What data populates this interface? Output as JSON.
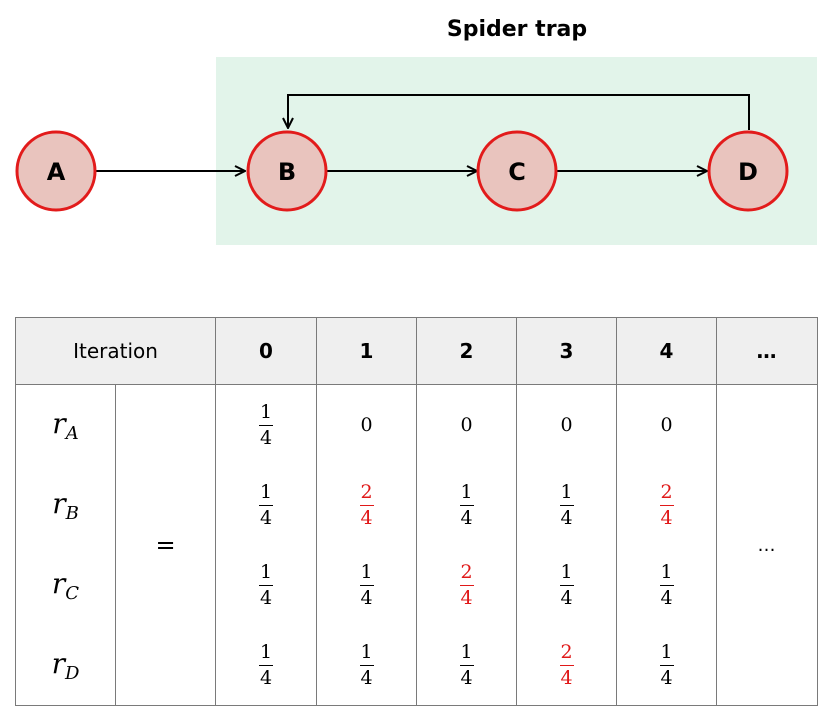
{
  "diagram": {
    "box_label": "Spider trap",
    "nodes": [
      {
        "id": "A",
        "label": "A"
      },
      {
        "id": "B",
        "label": "B"
      },
      {
        "id": "C",
        "label": "C"
      },
      {
        "id": "D",
        "label": "D"
      }
    ],
    "edges": [
      [
        "A",
        "B"
      ],
      [
        "B",
        "C"
      ],
      [
        "C",
        "D"
      ],
      [
        "D",
        "B"
      ]
    ],
    "colors": {
      "node_fill": "#e9c4be",
      "node_border": "#e21b1b",
      "trap_bg": "#e2f4ea",
      "highlight": "#e01818"
    }
  },
  "table": {
    "header_label": "Iteration",
    "iterations": [
      "0",
      "1",
      "2",
      "3",
      "4"
    ],
    "ellipsis": "…",
    "equals": "=",
    "rows": [
      {
        "var": "r",
        "sub": "A",
        "values": [
          {
            "num": "1",
            "den": "4"
          },
          {
            "text": "0"
          },
          {
            "text": "0"
          },
          {
            "text": "0"
          },
          {
            "text": "0"
          }
        ]
      },
      {
        "var": "r",
        "sub": "B",
        "values": [
          {
            "num": "1",
            "den": "4"
          },
          {
            "num": "2",
            "den": "4",
            "highlight": true
          },
          {
            "num": "1",
            "den": "4"
          },
          {
            "num": "1",
            "den": "4"
          },
          {
            "num": "2",
            "den": "4",
            "highlight": true
          }
        ]
      },
      {
        "var": "r",
        "sub": "C",
        "values": [
          {
            "num": "1",
            "den": "4"
          },
          {
            "num": "1",
            "den": "4"
          },
          {
            "num": "2",
            "den": "4",
            "highlight": true
          },
          {
            "num": "1",
            "den": "4"
          },
          {
            "num": "1",
            "den": "4"
          }
        ]
      },
      {
        "var": "r",
        "sub": "D",
        "values": [
          {
            "num": "1",
            "den": "4"
          },
          {
            "num": "1",
            "den": "4"
          },
          {
            "num": "1",
            "den": "4"
          },
          {
            "num": "2",
            "den": "4",
            "highlight": true
          },
          {
            "num": "1",
            "den": "4"
          }
        ]
      }
    ]
  }
}
